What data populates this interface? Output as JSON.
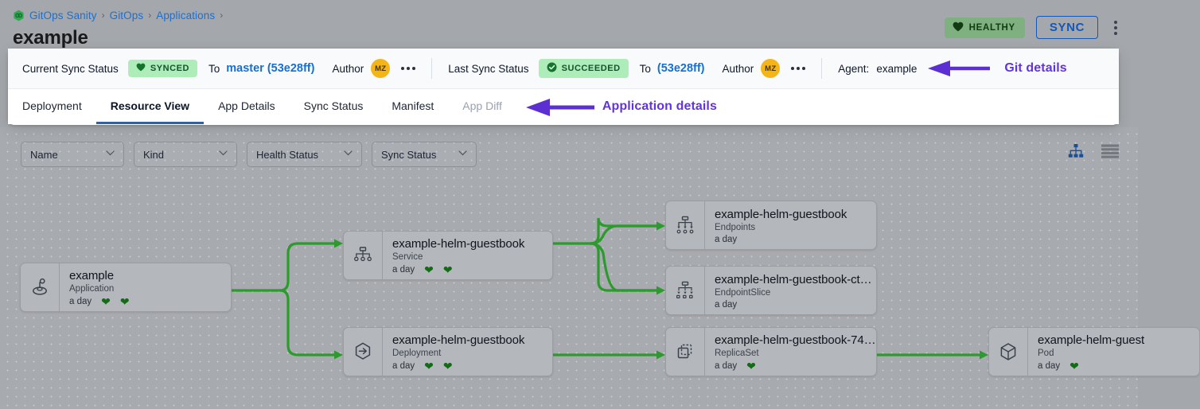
{
  "breadcrumb": {
    "logo_icon": "gitops-hexagon-logo-icon",
    "items": [
      "GitOps Sanity",
      "GitOps",
      "Applications"
    ],
    "separator": "›",
    "trailing_separator": "›"
  },
  "header": {
    "title": "example",
    "health_badge": {
      "label": "HEALTHY",
      "icon": "heart-icon",
      "bg": "#7fb080",
      "fg": "#123a13"
    },
    "sync_button": {
      "label": "SYNC",
      "color": "#1358b8"
    },
    "overflow_icon": "kebab-menu-icon"
  },
  "sync_bar": {
    "current": {
      "label": "Current Sync Status",
      "chip": {
        "label": "SYNCED",
        "icon": "heart-icon",
        "bg": "#aeecb9",
        "fg": "#14532d"
      },
      "to_label": "To",
      "revision": "master (53e28ff)",
      "author_label": "Author",
      "avatar_initials": "MZ",
      "more_icon": "ellipsis-icon"
    },
    "last": {
      "label": "Last Sync Status",
      "chip": {
        "label": "SUCCEEDED",
        "icon": "check-circle-icon",
        "bg": "#aeecb9",
        "fg": "#14532d"
      },
      "to_label": "To",
      "revision": "(53e28ff)",
      "author_label": "Author",
      "avatar_initials": "MZ",
      "more_icon": "ellipsis-icon"
    },
    "agent_label": "Agent:",
    "agent_value": "example",
    "annotation": {
      "text": "Git details",
      "color": "#6335d6",
      "icon": "left-arrow-annotation-icon"
    }
  },
  "tabs": {
    "items": [
      {
        "label": "Deployment",
        "active": false,
        "disabled": false
      },
      {
        "label": "Resource View",
        "active": true,
        "disabled": false
      },
      {
        "label": "App Details",
        "active": false,
        "disabled": false
      },
      {
        "label": "Sync Status",
        "active": false,
        "disabled": false
      },
      {
        "label": "Manifest",
        "active": false,
        "disabled": false
      },
      {
        "label": "App Diff",
        "active": false,
        "disabled": true
      }
    ],
    "annotation": {
      "text": "Application details",
      "color": "#6335d6",
      "icon": "left-arrow-annotation-icon"
    },
    "active_underline_color": "#1565d8"
  },
  "filters": [
    {
      "label": "Name",
      "icon": "chevron-down-icon"
    },
    {
      "label": "Kind",
      "icon": "chevron-down-icon"
    },
    {
      "label": "Health Status",
      "icon": "chevron-down-icon"
    },
    {
      "label": "Sync Status",
      "icon": "chevron-down-icon"
    }
  ],
  "view_toggles": [
    {
      "name": "tree-view-icon",
      "active": true,
      "color": "#1a4f96"
    },
    {
      "name": "list-view-icon",
      "active": false,
      "color": "#75787e"
    }
  ],
  "graph": {
    "edge_color": "#2d9a2d",
    "nodes": [
      {
        "id": "app",
        "title": "example",
        "kind": "Application",
        "age": "a day",
        "hearts": 2,
        "icon": "application-icon",
        "truncated": false
      },
      {
        "id": "svc",
        "title": "example-helm-guestbook",
        "kind": "Service",
        "age": "a day",
        "hearts": 2,
        "icon": "service-icon",
        "truncated": false
      },
      {
        "id": "ep",
        "title": "example-helm-guestbook",
        "kind": "Endpoints",
        "age": "a day",
        "hearts": 0,
        "icon": "endpoints-icon",
        "truncated": false
      },
      {
        "id": "eps",
        "title": "example-helm-guestbook-ct…",
        "kind": "EndpointSlice",
        "age": "a day",
        "hearts": 0,
        "icon": "endpointslice-icon",
        "truncated": true
      },
      {
        "id": "deploy",
        "title": "example-helm-guestbook",
        "kind": "Deployment",
        "age": "a day",
        "hearts": 2,
        "icon": "deployment-icon",
        "truncated": false
      },
      {
        "id": "rs",
        "title": "example-helm-guestbook-74…",
        "kind": "ReplicaSet",
        "age": "a day",
        "hearts": 1,
        "icon": "replicaset-icon",
        "truncated": true
      },
      {
        "id": "pod",
        "title": "example-helm-guest",
        "kind": "Pod",
        "age": "a day",
        "hearts": 1,
        "icon": "pod-icon",
        "truncated": true
      }
    ]
  }
}
